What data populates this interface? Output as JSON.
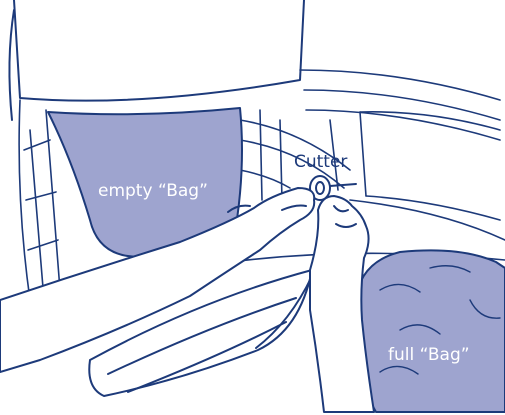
{
  "labels": {
    "empty_bag": "empty “Bag”",
    "cutter": "Cutter",
    "full_bag": "full “Bag”"
  },
  "colors": {
    "outline": "#1d3a7a",
    "bag_fill": "#9ea4cf",
    "white": "#ffffff"
  }
}
